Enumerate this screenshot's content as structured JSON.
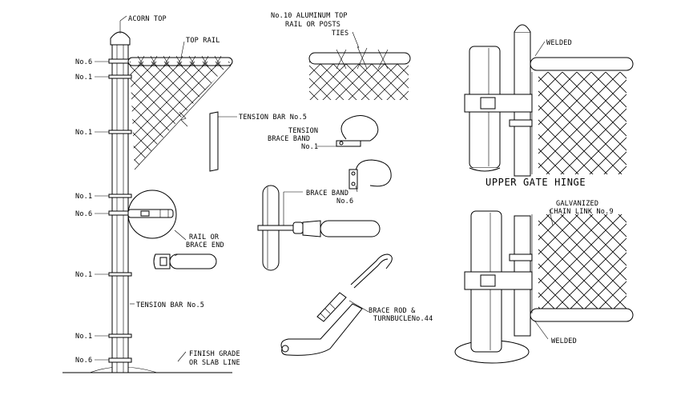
{
  "labels": {
    "acorn_top": "ACORN TOP",
    "top_rail": "TOP RAIL",
    "no6_a": "No.6",
    "no1_a": "No.1",
    "no1_b": "No.1",
    "no1_c": "No.1",
    "no6_b": "No.6",
    "no1_d": "No.1",
    "no1_e": "No.1",
    "no6_c": "No.6",
    "tension_bar_left": "TENSION BAR No.5",
    "rail_brace_end_1": "RAIL OR",
    "rail_brace_end_2": "BRACE END",
    "finish_grade_1": "FINISH GRADE",
    "finish_grade_2": "OR SLAB LINE",
    "aluminum_top_1": "No.10 ALUMINUM TOP",
    "aluminum_top_2": "RAIL OR POSTS",
    "ties": "TIES",
    "tension_bar_mid": "TENSION BAR No.5",
    "tension_brace_band_1": "TENSION",
    "tension_brace_band_2": "BRACE BAND",
    "tension_brace_band_3": "No.1",
    "brace_band_1": "BRACE BAND",
    "brace_band_2": "No.6",
    "brace_rod_1": "BRACE ROD &",
    "brace_rod_2": "TURNBUCLENo.44",
    "welded_top": "WELDED",
    "upper_gate_hinge": "UPPER GATE HINGE",
    "galvanized_1": "GALVANIZED",
    "galvanized_2": "CHAIN LINK No.9",
    "welded_bottom": "WELDED"
  }
}
